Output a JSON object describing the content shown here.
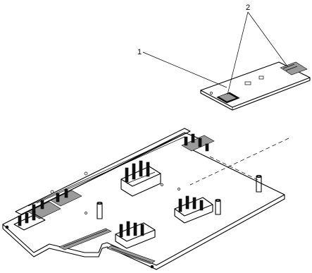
{
  "callouts": [
    {
      "number": "1",
      "target": "daughter-card"
    },
    {
      "number": "2",
      "target": "card-connector"
    }
  ]
}
